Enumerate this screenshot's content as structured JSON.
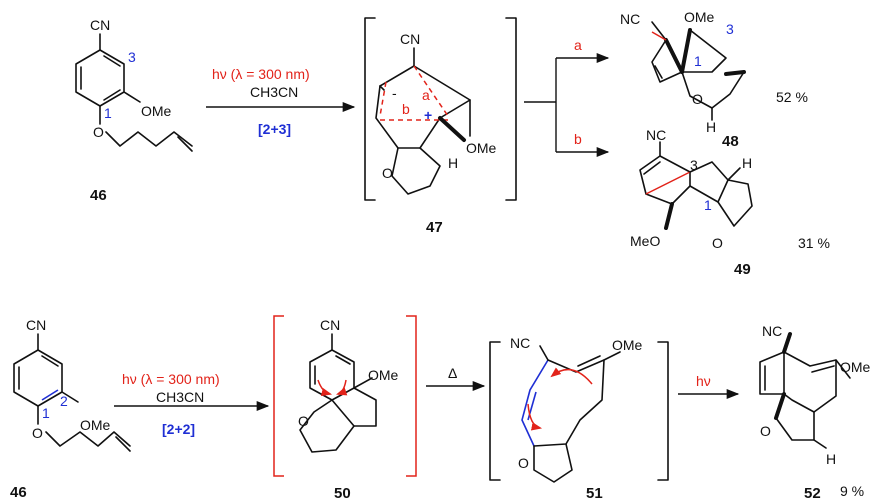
{
  "top_row": {
    "start": {
      "id": "46",
      "cn": "CN",
      "ome": "OMe",
      "o": "O",
      "pos1": "1",
      "pos3": "3"
    },
    "conditions": {
      "light": "hν (λ = 300 nm)",
      "solvent": "CH3CN",
      "type": "[2+3]"
    },
    "intermediate": {
      "id": "47",
      "cn": "CN",
      "ome": "OMe",
      "o": "O",
      "h": "H",
      "minus": "-",
      "plus": "+",
      "path_a": "a",
      "path_b": "b"
    },
    "branch_labels": {
      "a": "a",
      "b": "b"
    },
    "product_48": {
      "id": "48",
      "nc": "NC",
      "ome": "OMe",
      "o": "O",
      "h": "H",
      "pos1": "1",
      "pos3": "3",
      "yield": "52 %"
    },
    "product_49": {
      "id": "49",
      "nc": "NC",
      "meo": "MeO",
      "o": "O",
      "h": "H",
      "pos1": "1",
      "pos3": "3",
      "yield": "31 %"
    }
  },
  "bottom_row": {
    "start": {
      "id": "46",
      "cn": "CN",
      "ome": "OMe",
      "o": "O",
      "pos1": "1",
      "pos2": "2"
    },
    "conditions": {
      "light": "hν (λ = 300 nm)",
      "solvent": "CH3CN",
      "type": "[2+2]"
    },
    "intermediate_50": {
      "id": "50",
      "cn": "CN",
      "ome": "OMe",
      "o": "O"
    },
    "step_delta": "Δ",
    "intermediate_51": {
      "id": "51",
      "nc": "NC",
      "ome": "OMe",
      "o": "O"
    },
    "step_hv": "hν",
    "product_52": {
      "id": "52",
      "nc": "NC",
      "ome": "OMe",
      "o": "O",
      "h": "H",
      "yield": "9 %"
    }
  },
  "colors": {
    "red": "#e2231a",
    "blue": "#1f2fd4",
    "black": "#111111"
  }
}
